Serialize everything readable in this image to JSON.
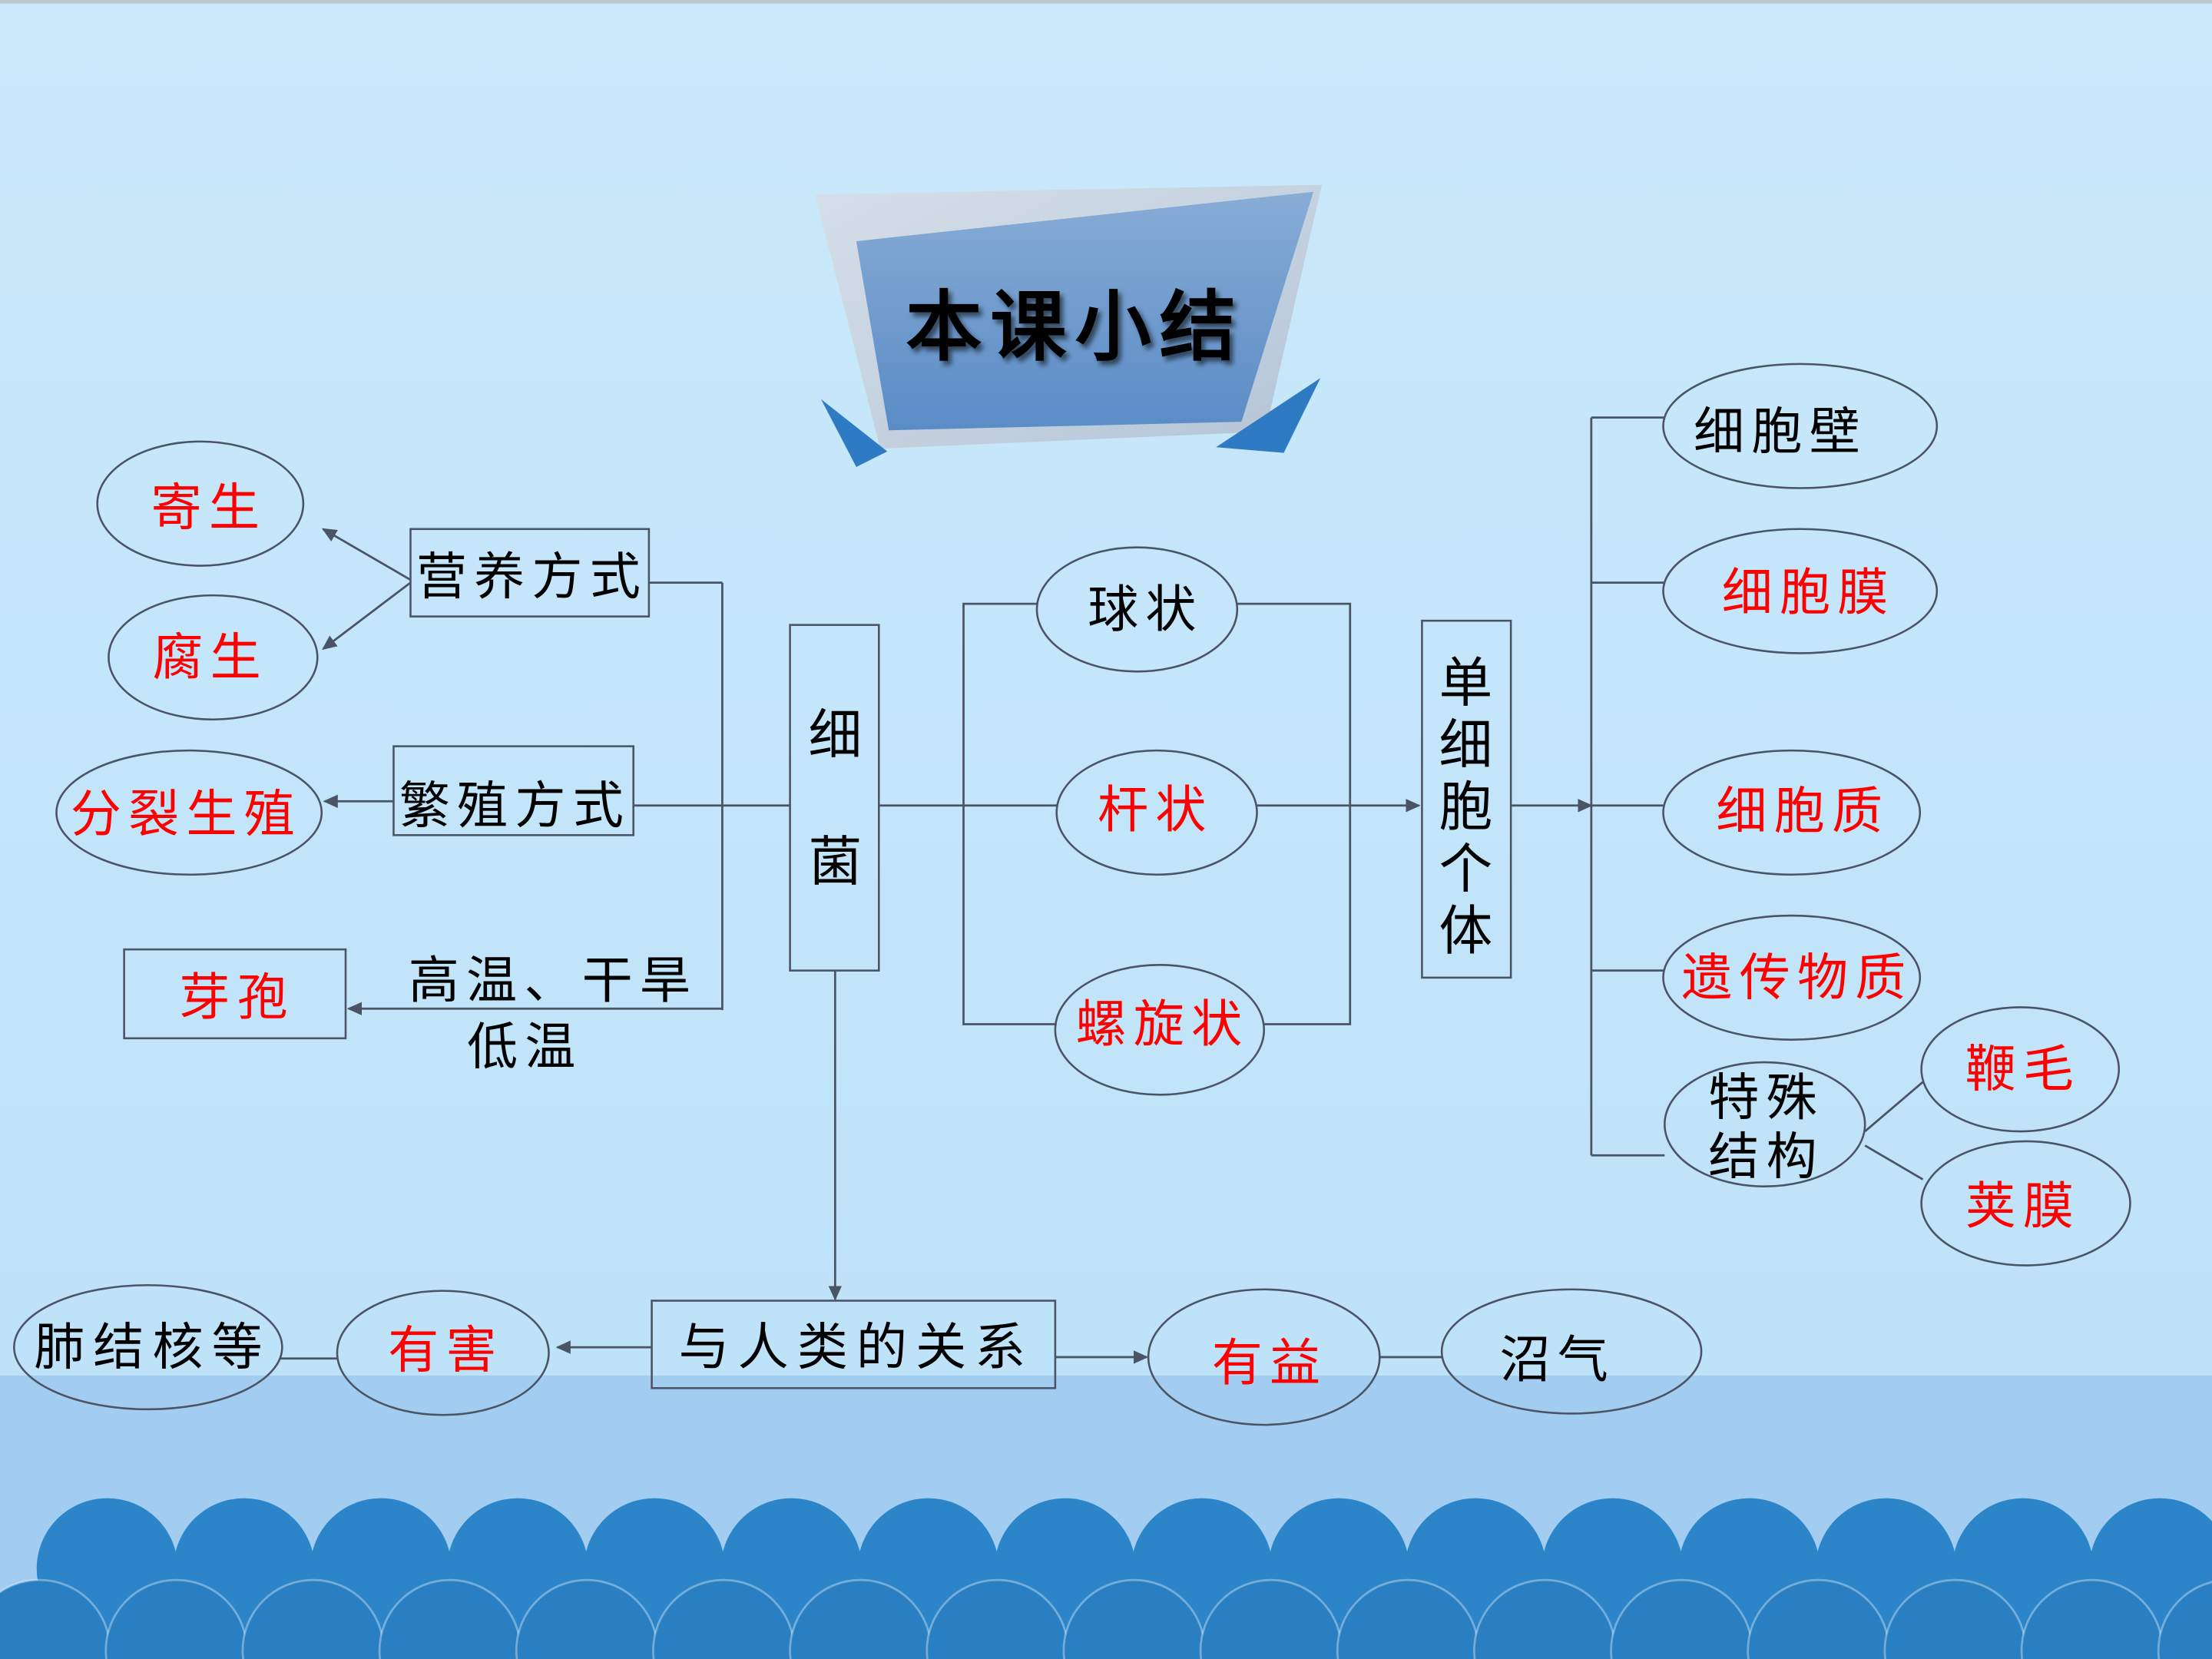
{
  "slide": {
    "title": "本课小结"
  },
  "center": {
    "label": "细菌"
  },
  "nutrition": {
    "label": "营养方式",
    "types": [
      "寄生",
      "腐生"
    ]
  },
  "reproduction": {
    "label": "繁殖方式",
    "type": "分裂生殖"
  },
  "dormancy": {
    "conditions": [
      "高温、干旱",
      "低温"
    ],
    "form": "芽孢"
  },
  "morphology": {
    "shapes": [
      "球状",
      "杆状",
      "螺旋状"
    ]
  },
  "individual": {
    "label": "单细胞个体"
  },
  "structures": {
    "items": [
      "细胞壁",
      "细胞膜",
      "细胞质",
      "遗传物质"
    ],
    "special": {
      "lines": [
        "特殊",
        "结构"
      ],
      "items": [
        "鞭毛",
        "荚膜"
      ]
    }
  },
  "human_relation": {
    "label": "与人类的关系",
    "harmful": {
      "label": "有害",
      "example": "肺结核等"
    },
    "beneficial": {
      "label": "有益",
      "example": "沼气"
    }
  },
  "theme": {
    "text": "#000000",
    "highlight_text": "#ff0000",
    "line": "#4a5464",
    "background_top": "#cae9fb",
    "background_bottom": "#bee2f8",
    "band": "#a3cdf0",
    "wave": "#2c85c8",
    "wave_dark": "#2a7fc3",
    "banner_front": "#5a8cc6",
    "banner_back": "#b4c5d7",
    "banner_accent": "#2e7bc3"
  }
}
